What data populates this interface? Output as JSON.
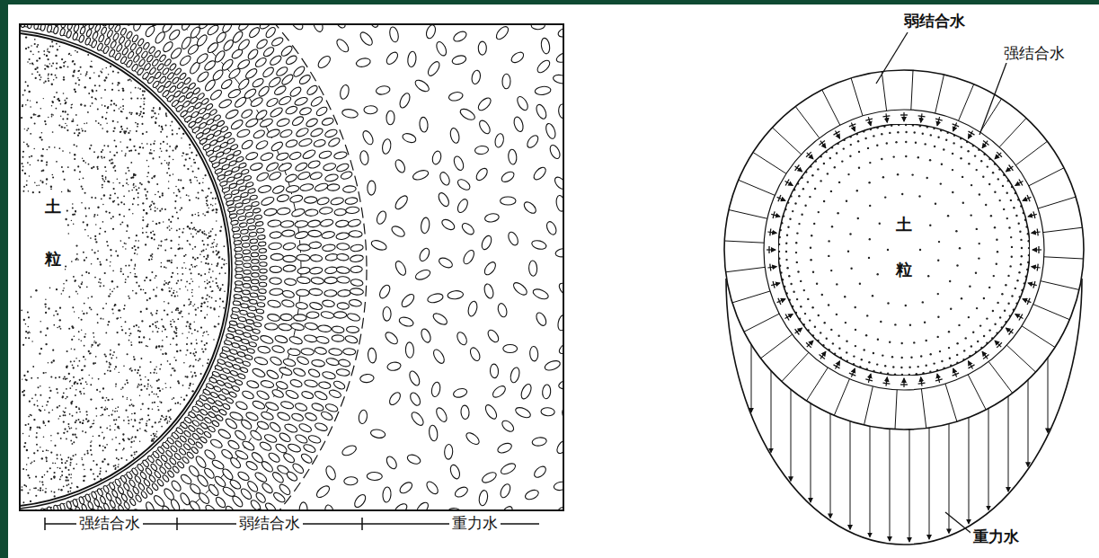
{
  "diagram": {
    "nodes": [
      {
        "text": [
          "土",
          "粒"
        ]
      },
      {
        "text": [
          "土",
          "粒"
        ]
      }
    ],
    "labels": [
      "强结合水",
      "弱结合水",
      "重力水",
      "弱结合水",
      "强结合水",
      "重力水"
    ]
  }
}
